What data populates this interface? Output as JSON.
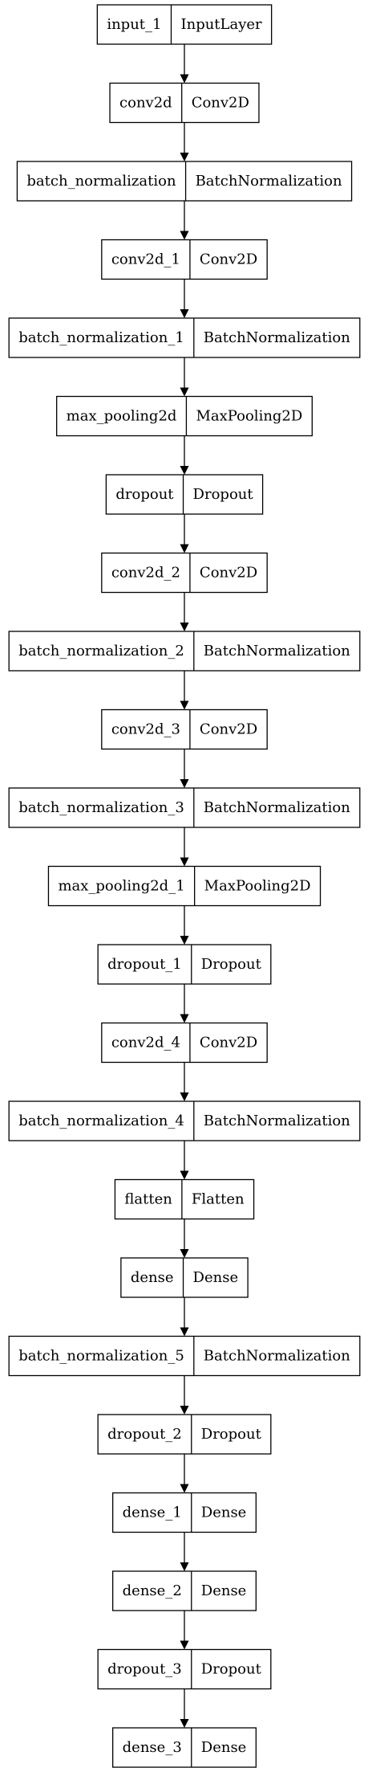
{
  "diagram": {
    "nodes": [
      {
        "name": "input_1",
        "type": "InputLayer"
      },
      {
        "name": "conv2d",
        "type": "Conv2D"
      },
      {
        "name": "batch_normalization",
        "type": "BatchNormalization"
      },
      {
        "name": "conv2d_1",
        "type": "Conv2D"
      },
      {
        "name": "batch_normalization_1",
        "type": "BatchNormalization"
      },
      {
        "name": "max_pooling2d",
        "type": "MaxPooling2D"
      },
      {
        "name": "dropout",
        "type": "Dropout"
      },
      {
        "name": "conv2d_2",
        "type": "Conv2D"
      },
      {
        "name": "batch_normalization_2",
        "type": "BatchNormalization"
      },
      {
        "name": "conv2d_3",
        "type": "Conv2D"
      },
      {
        "name": "batch_normalization_3",
        "type": "BatchNormalization"
      },
      {
        "name": "max_pooling2d_1",
        "type": "MaxPooling2D"
      },
      {
        "name": "dropout_1",
        "type": "Dropout"
      },
      {
        "name": "conv2d_4",
        "type": "Conv2D"
      },
      {
        "name": "batch_normalization_4",
        "type": "BatchNormalization"
      },
      {
        "name": "flatten",
        "type": "Flatten"
      },
      {
        "name": "dense",
        "type": "Dense"
      },
      {
        "name": "batch_normalization_5",
        "type": "BatchNormalization"
      },
      {
        "name": "dropout_2",
        "type": "Dropout"
      },
      {
        "name": "dense_1",
        "type": "Dense"
      },
      {
        "name": "dense_2",
        "type": "Dense"
      },
      {
        "name": "dropout_3",
        "type": "Dropout"
      },
      {
        "name": "dense_3",
        "type": "Dense"
      }
    ]
  }
}
